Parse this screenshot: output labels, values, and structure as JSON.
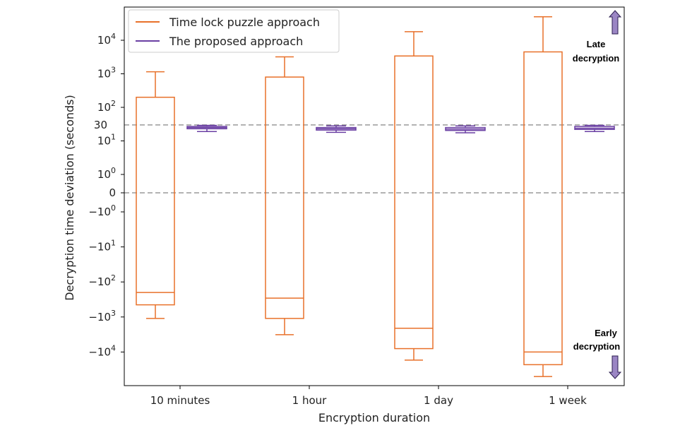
{
  "chart_data": {
    "type": "box",
    "xlabel": "Encryption duration",
    "ylabel": "Decryption time deviation (seconds)",
    "yscale": "symlog",
    "categories": [
      "10 minutes",
      "1 hour",
      "1 day",
      "1 week"
    ],
    "y_tick_labels": [
      {
        "value": 10000,
        "base": "10",
        "exp": "4",
        "neg": false
      },
      {
        "value": 1000,
        "base": "10",
        "exp": "3",
        "neg": false
      },
      {
        "value": 100,
        "base": "10",
        "exp": "2",
        "neg": false
      },
      {
        "value": 30,
        "plain": "30"
      },
      {
        "value": 10,
        "base": "10",
        "exp": "1",
        "neg": false
      },
      {
        "value": 1,
        "base": "10",
        "exp": "0",
        "neg": false
      },
      {
        "value": 0,
        "plain": "0"
      },
      {
        "value": -1,
        "base": "10",
        "exp": "0",
        "neg": true
      },
      {
        "value": -10,
        "base": "10",
        "exp": "1",
        "neg": true
      },
      {
        "value": -100,
        "base": "10",
        "exp": "2",
        "neg": true
      },
      {
        "value": -1000,
        "base": "10",
        "exp": "3",
        "neg": true
      },
      {
        "value": -10000,
        "base": "10",
        "exp": "4",
        "neg": true
      }
    ],
    "reference_lines": [
      30,
      0
    ],
    "series": [
      {
        "name": "Time lock puzzle approach",
        "color": "#E8712A",
        "boxes": [
          {
            "category": "10 minutes",
            "whisker_low": -1100,
            "q1": -450,
            "median": -200,
            "q3": 200,
            "whisker_high": 1150
          },
          {
            "category": "1 hour",
            "whisker_low": -3200,
            "q1": -1100,
            "median": -290,
            "q3": 800,
            "whisker_high": 3200
          },
          {
            "category": "1 day",
            "whisker_low": -17000,
            "q1": -8000,
            "median": -2100,
            "q3": 3400,
            "whisker_high": 18000
          },
          {
            "category": "1 week",
            "whisker_low": -50000,
            "q1": -23000,
            "median": -10000,
            "q3": 4500,
            "whisker_high": 50000
          }
        ]
      },
      {
        "name": "The proposed approach",
        "color": "#6A3FA3",
        "boxes": [
          {
            "category": "10 minutes",
            "whisker_low": 19,
            "q1": 23,
            "median": 25,
            "q3": 27,
            "whisker_high": 29
          },
          {
            "category": "1 hour",
            "whisker_low": 18,
            "q1": 21,
            "median": 23,
            "q3": 25,
            "whisker_high": 28
          },
          {
            "category": "1 day",
            "whisker_low": 17.5,
            "q1": 20.5,
            "median": 22.5,
            "q3": 25,
            "whisker_high": 28
          },
          {
            "category": "1 week",
            "whisker_low": 19,
            "q1": 22,
            "median": 24,
            "q3": 27,
            "whisker_high": 29
          }
        ]
      }
    ],
    "legend_position": "top-left",
    "annotations": {
      "late": {
        "line1": "Late",
        "line2": "decryption",
        "arrow": "up"
      },
      "early": {
        "line1": "Early",
        "line2": "decryption",
        "arrow": "down"
      }
    },
    "grid": false,
    "arrow_color": "#9B86C4"
  }
}
